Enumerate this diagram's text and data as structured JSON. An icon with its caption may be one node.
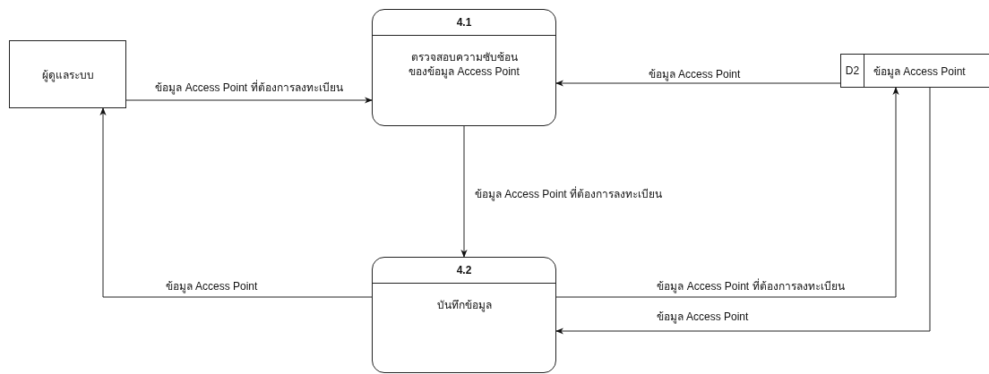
{
  "diagram": {
    "nodes": [
      {
        "text": [
          "ผู้ดูแลระบบ"
        ]
      },
      {
        "text": [
          "4.1",
          "ตรวจสอบความซับซ้อน ของข้อมูล Access Point"
        ]
      },
      {
        "text": [
          "D2",
          "ข้อมูล Access Point"
        ]
      },
      {
        "text": [
          "4.2",
          "บันทึกข้อมูล"
        ]
      }
    ],
    "edges": [
      {
        "from": 0,
        "to": 1,
        "arrow": "to",
        "label": "ข้อมูล Access Point ที่ต้องการลงทะเบียน"
      },
      {
        "from": 2,
        "to": 1,
        "arrow": "to",
        "label": "ข้อมูล Access Point"
      },
      {
        "from": 1,
        "to": 3,
        "arrow": "to",
        "label": "ข้อมูล Access Point ที่ต้องการลงทะเบียน"
      },
      {
        "from": 3,
        "to": 0,
        "arrow": "to",
        "label": "ข้อมูล Access Point"
      },
      {
        "from": 3,
        "to": 2,
        "arrow": "to",
        "label": "ข้อมูล Access Point ที่ต้องการลงทะเบียน"
      },
      {
        "from": 2,
        "to": 3,
        "arrow": "to",
        "label": "ข้อมูล Access Point"
      }
    ]
  }
}
